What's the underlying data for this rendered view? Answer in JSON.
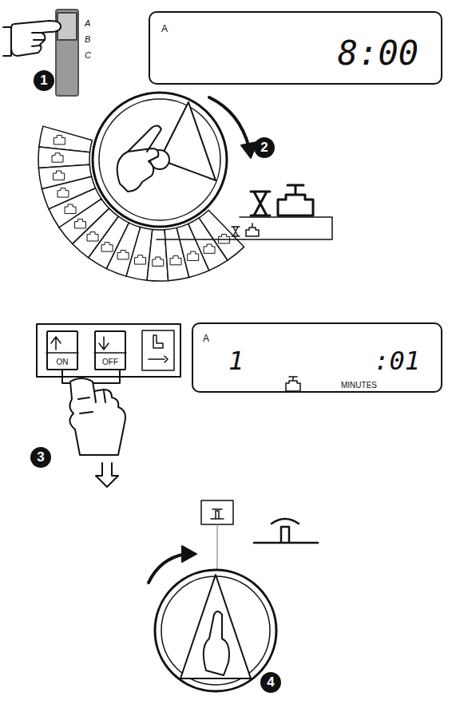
{
  "diagram": {
    "nodes": [
      {
        "text": [
          "A",
          "8:00"
        ]
      },
      {
        "text": [
          "A",
          "1",
          ":01",
          "MINUTES"
        ]
      },
      {
        "text": [
          "ON"
        ]
      },
      {
        "text": [
          "OFF"
        ]
      }
    ],
    "labels": [
      "A",
      "B",
      "C",
      "1",
      "2",
      "3",
      "4"
    ]
  }
}
